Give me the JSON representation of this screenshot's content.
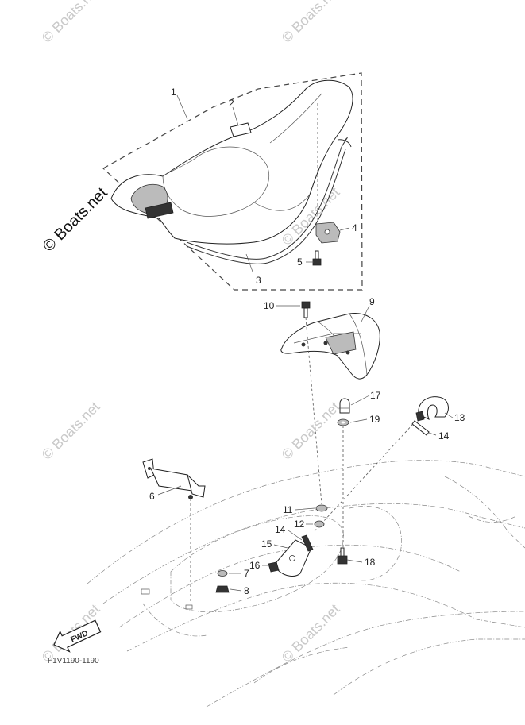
{
  "watermark": {
    "text": "© Boats.net"
  },
  "callouts": {
    "p1": "1",
    "p2": "2",
    "p3": "3",
    "p4": "4",
    "p5": "5",
    "p6": "6",
    "p7": "7",
    "p8": "8",
    "p9": "9",
    "p10": "10",
    "p11": "11",
    "p12": "12",
    "p13": "13",
    "p14a": "14",
    "p14b": "14",
    "p15": "15",
    "p16": "16",
    "p17": "17",
    "p18": "18",
    "p19": "19"
  },
  "fwd_label": "FWD",
  "drawing_code": "F1V1190-1190"
}
